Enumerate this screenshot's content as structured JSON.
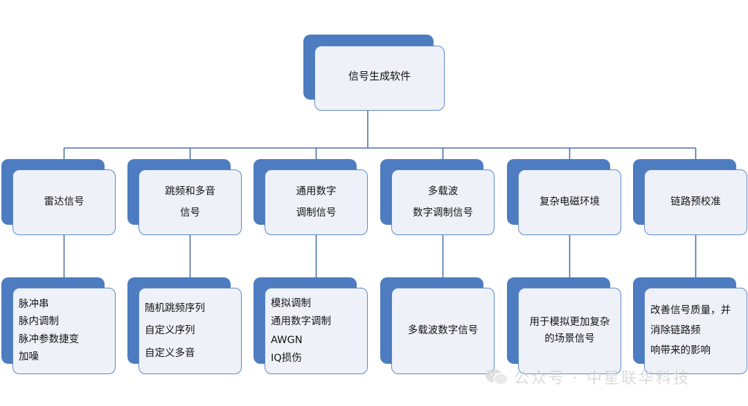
{
  "root": {
    "lines": [
      "信号生成软件"
    ]
  },
  "categories": [
    {
      "title": [
        "雷达信号"
      ],
      "items": [
        "脉冲串",
        "脉内调制",
        "脉冲参数捷变",
        "加噪"
      ],
      "items_align": "left"
    },
    {
      "title": [
        "跳频和多音",
        "信号"
      ],
      "items": [
        "随机跳频序列",
        "自定义序列",
        "自定义多音"
      ],
      "items_align": "left"
    },
    {
      "title": [
        "通用数字",
        "调制信号"
      ],
      "items": [
        "模拟调制",
        "通用数字调制",
        "AWGN",
        "IQ损伤"
      ],
      "items_align": "left"
    },
    {
      "title": [
        "多载波",
        "数字调制信号"
      ],
      "items": [
        "多载波数字信号"
      ],
      "items_align": "center"
    },
    {
      "title": [
        "复杂电磁环境"
      ],
      "items": [
        "用于模拟更加复杂",
        "的场景信号"
      ],
      "items_align": "center"
    },
    {
      "title": [
        "链路预校准"
      ],
      "items": [
        "改善信号质量，并",
        "消除链路频",
        "响带来的影响"
      ],
      "items_align": "left"
    }
  ],
  "watermark": {
    "text": "公众号 · 中星联华科技",
    "icon": "wechat-icon"
  },
  "colors": {
    "accent": "#4d7cc0",
    "box_fill": "#eef2f8",
    "box_border": "#5a86c6",
    "connector": "#4a6fa5"
  }
}
